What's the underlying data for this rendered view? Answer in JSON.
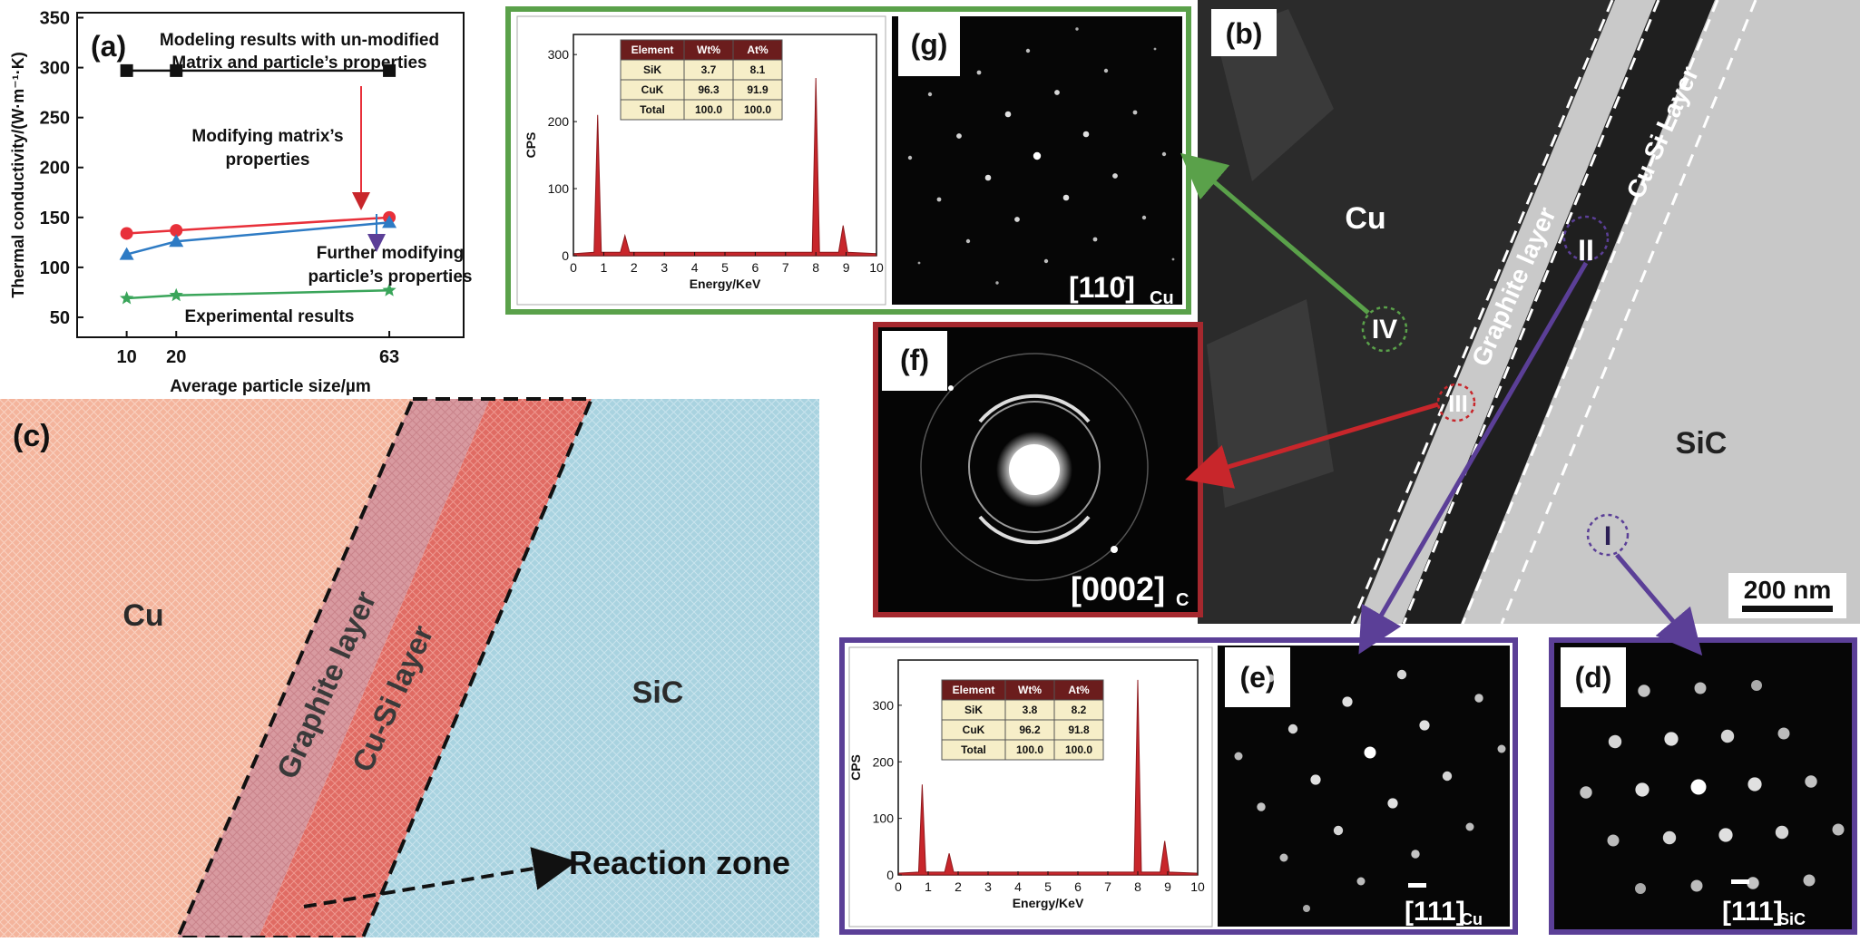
{
  "figure": {
    "panel_a": {
      "label": "(a)",
      "annotations": {
        "top_line1": "Modeling results with un-modified",
        "top_line2": "Matrix and particle’s properties",
        "mid_line1": "Modifying matrix’s",
        "mid_line2": "properties",
        "further_line1": "Further modifying",
        "further_line2": "particle’s properties",
        "experimental": "Experimental results"
      }
    },
    "panel_b": {
      "label": "(b)",
      "labels": {
        "cu": "Cu",
        "sic": "SiC",
        "graphite": "Graphite layer",
        "cusi": "Cu-Si Layer",
        "roman_i": "I",
        "roman_ii": "II",
        "roman_iii": "III",
        "roman_iv": "IV"
      },
      "scalebar": "200 nm"
    },
    "panel_c": {
      "label": "(c)",
      "cu": "Cu",
      "sic": "SiC",
      "graphite": "Graphite layer",
      "cusi": "Cu-Si layer",
      "reaction_zone": "Reaction zone"
    },
    "panel_d": {
      "label": "(d)",
      "zone_main": "[111]",
      "zone_sub": "SiC"
    },
    "panel_e": {
      "label": "(e)",
      "zone_main": "[111]",
      "zone_sub": "Cu"
    },
    "panel_f": {
      "label": "(f)",
      "zone_main": "[0002]",
      "zone_sub": "C"
    },
    "panel_g": {
      "label": "(g)",
      "zone_main": "[110]",
      "zone_sub": "Cu"
    },
    "eds_top": {
      "table": {
        "headers": [
          "Element",
          "Wt%",
          "At%"
        ],
        "rows": [
          [
            "SiK",
            "3.7",
            "8.1"
          ],
          [
            "CuK",
            "96.3",
            "91.9"
          ],
          [
            "Total",
            "100.0",
            "100.0"
          ]
        ]
      }
    },
    "eds_bottom": {
      "table": {
        "headers": [
          "Element",
          "Wt%",
          "At%"
        ],
        "rows": [
          [
            "SiK",
            "3.8",
            "8.2"
          ],
          [
            "CuK",
            "96.2",
            "91.8"
          ],
          [
            "Total",
            "100.0",
            "100.0"
          ]
        ]
      }
    },
    "colors": {
      "green_frame": "#5aa14a",
      "red_frame": "#a5282e",
      "purple_frame": "#5b3f97",
      "spectrum_red": "#c8262b",
      "table_header": "#6b1d1d",
      "table_cell": "#f6eec8",
      "cu_fill": "#f4b49c",
      "graphite_fill": "#d89aa0",
      "cusi_fill": "#e06b63",
      "sic_fill": "#a9d3e0"
    }
  },
  "chart_data": [
    {
      "type": "line",
      "title": "",
      "xlabel": "Average particle size/µm",
      "ylabel": "Thermal conductivity/(W·m⁻¹·K)",
      "x": [
        10,
        20,
        63
      ],
      "xticks": [
        10,
        20,
        63
      ],
      "yticks": [
        50,
        100,
        150,
        200,
        250,
        300,
        350
      ],
      "xlim": [
        0,
        78
      ],
      "ylim": [
        30,
        355
      ],
      "series": [
        {
          "color": "#111111",
          "marker": "square",
          "values": [
            297,
            297,
            297
          ]
        },
        {
          "color": "#e8303a",
          "marker": "circle",
          "values": [
            134,
            137,
            150
          ]
        },
        {
          "color": "#2e7bc4",
          "marker": "triangle",
          "values": [
            113,
            126,
            145
          ]
        },
        {
          "color": "#3aa55a",
          "marker": "star",
          "values": [
            69,
            72,
            77
          ]
        }
      ]
    },
    {
      "type": "bar",
      "xlabel": "Energy/KeV",
      "ylabel": "CPS",
      "xlim": [
        0,
        10
      ],
      "ylim": [
        0,
        330
      ],
      "xticks": [
        0,
        1,
        2,
        3,
        4,
        5,
        6,
        7,
        8,
        9,
        10
      ],
      "yticks": [
        0,
        100,
        200,
        300
      ],
      "peaks": [
        {
          "energy": 0.8,
          "cps": 210
        },
        {
          "energy": 1.7,
          "cps": 30
        },
        {
          "energy": 8.0,
          "cps": 265
        },
        {
          "energy": 8.9,
          "cps": 45
        }
      ]
    },
    {
      "type": "bar",
      "xlabel": "Energy/KeV",
      "ylabel": "CPS",
      "xlim": [
        0,
        10
      ],
      "ylim": [
        0,
        380
      ],
      "xticks": [
        0,
        1,
        2,
        3,
        4,
        5,
        6,
        7,
        8,
        9,
        10
      ],
      "yticks": [
        0,
        100,
        200,
        300
      ],
      "peaks": [
        {
          "energy": 0.8,
          "cps": 160
        },
        {
          "energy": 1.7,
          "cps": 38
        },
        {
          "energy": 8.0,
          "cps": 345
        },
        {
          "energy": 8.9,
          "cps": 60
        }
      ]
    }
  ]
}
